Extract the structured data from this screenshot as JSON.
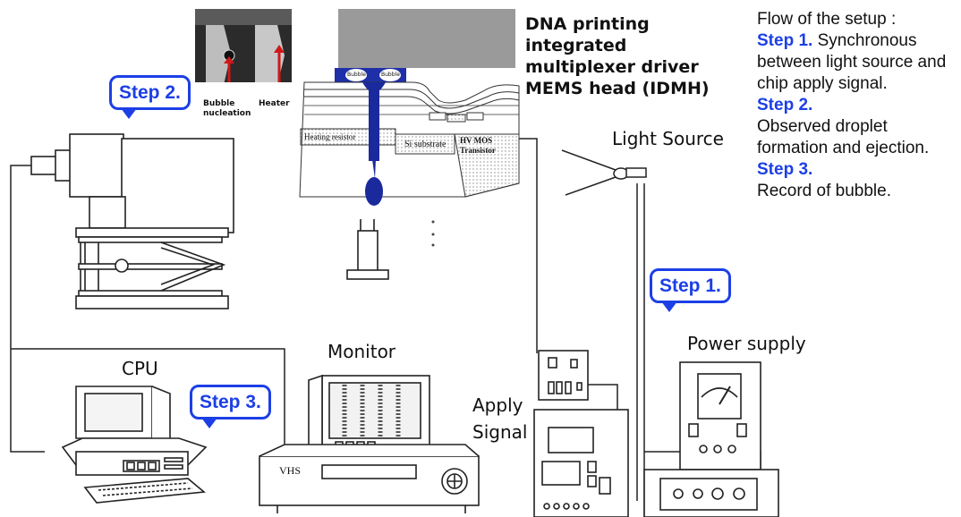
{
  "title": {
    "line1": "DNA printing",
    "line2": "integrated",
    "line3": "multiplexer driver",
    "line4": "MEMS head (IDMH)"
  },
  "flow": {
    "heading": "Flow of the setup :",
    "step1_label": "Step 1.",
    "step1_text": " Synchronous between light source and chip apply signal.",
    "step2_label": "Step 2.",
    "step2_text": "Observed droplet formation and ejection.",
    "step3_label": "Step 3.",
    "step3_text": "Record of bubble."
  },
  "callouts": {
    "step1": "Step 1.",
    "step2": "Step 2.",
    "step3": "Step 3."
  },
  "labels": {
    "light_source": "Light Source",
    "power_supply": "Power supply",
    "monitor": "Monitor",
    "cpu": "CPU",
    "apply_line1": "Apply",
    "apply_line2": "Signal",
    "vhs": "VHS"
  },
  "inset": {
    "bubble_line1": "Bubble",
    "bubble_line2": "nucleation",
    "heater": "Heater"
  },
  "cross_section": {
    "heating_resistor": "Heating resistor",
    "si_substrate": "Si substrate",
    "hv_mos_line1": "HV MOS",
    "hv_mos_line2": "Transistor",
    "bubble_left": "Bubble",
    "bubble_right": "Bubble"
  },
  "colors": {
    "accent_blue": "#1c3fe6",
    "droplet_blue": "#1a2a9c"
  }
}
